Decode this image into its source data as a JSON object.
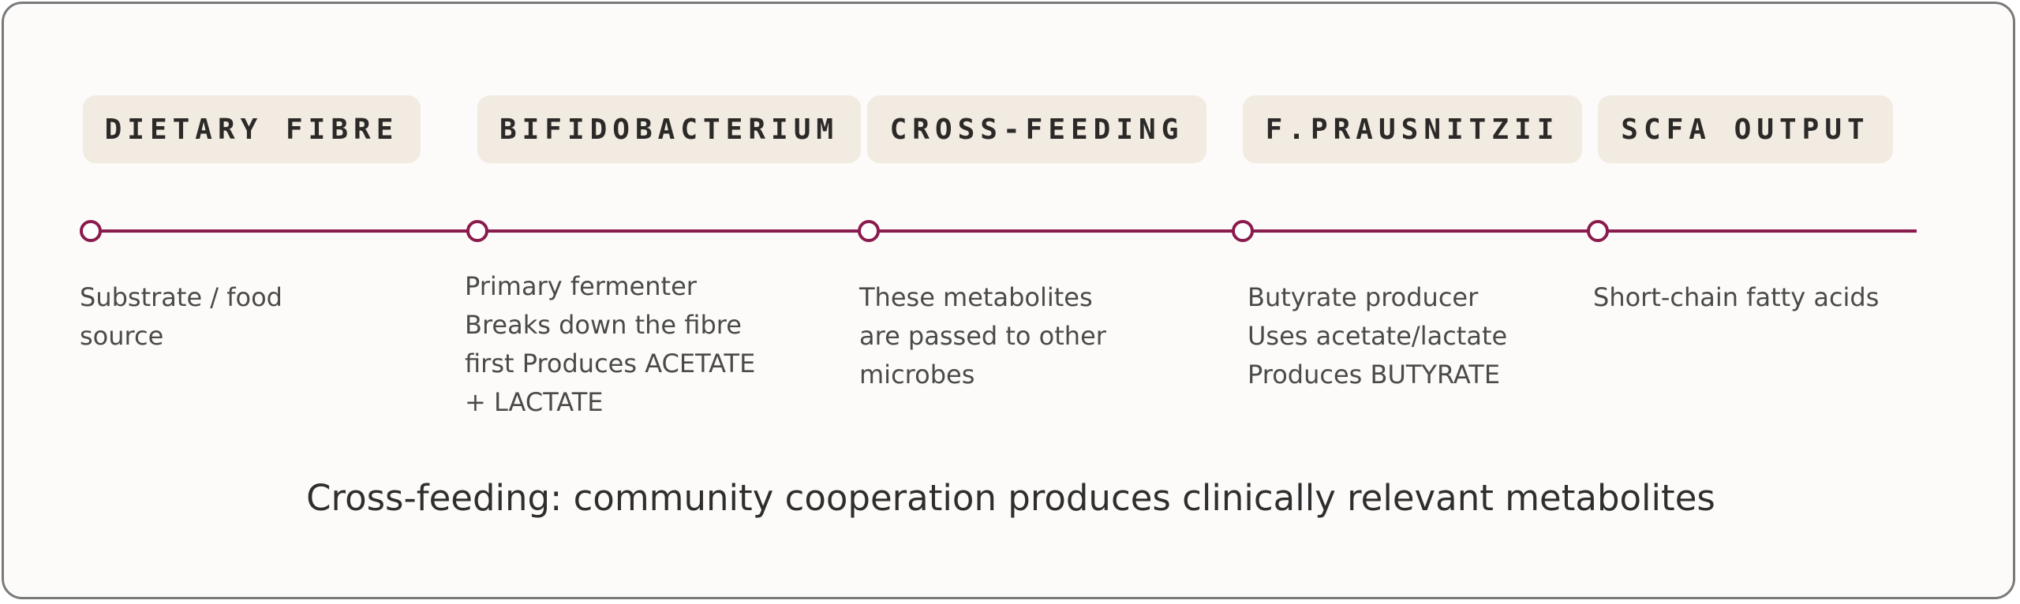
{
  "stages": [
    {
      "label": "DIETARY FIBRE",
      "description": "Substrate / food\nsource"
    },
    {
      "label": "BIFIDOBACTERIUM",
      "description": "Primary fermenter\nBreaks down the fibre\nfirst Produces ACETATE\n+ LACTATE"
    },
    {
      "label": "CROSS-FEEDING",
      "description": "These metabolites\nare passed to other\nmicrobes"
    },
    {
      "label": "F.PRAUSNITZII",
      "description": "Butyrate producer\nUses acetate/lactate\nProduces BUTYRATE"
    },
    {
      "label": "SCFA OUTPUT",
      "description": "Short-chain fatty acids"
    }
  ],
  "caption": "Cross-feeding: community cooperation produces clinically relevant metabolites",
  "colors": {
    "accent": "#8a1b4d",
    "label_bg": "#f2ebe1",
    "frame_border": "#7a7a7a",
    "text": "#4a4a4a"
  }
}
